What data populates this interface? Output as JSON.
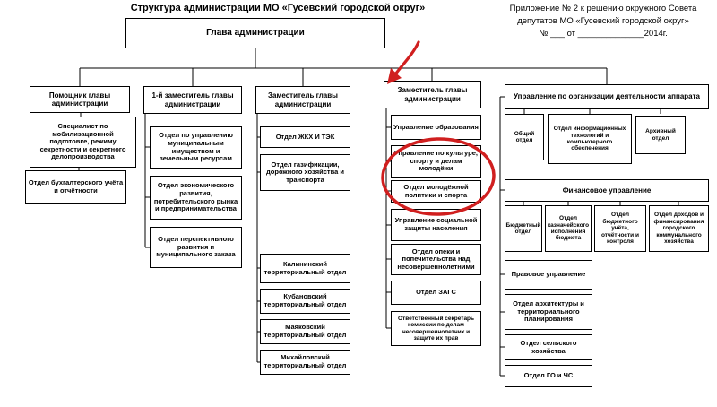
{
  "title": "Структура администрации МО «Гусевский городской округ»",
  "annex": {
    "line1": "Приложение № 2  к решению окружного Совета",
    "line2": "депутатов МО «Гусевский городской округ»",
    "line3": "№ ___ от ______________2014г."
  },
  "colors": {
    "annotation_red": "#d01f1f",
    "line_black": "#000000"
  },
  "nodes": {
    "head": "Глава администрации",
    "assistant": "Помощник главы администрации",
    "mobilization_specialist": "Специалист по мобилизационной подготовке, режиму секретности и секретного делопроизводства",
    "accounting": "Отдел бухгалтерского учёта и отчётности",
    "first_deputy": "1-й заместитель главы администрации",
    "property_dept": "Отдел по управлению муниципальным имуществом и земельным ресурсам",
    "economic_dept": "Отдел экономического развития, потребительского рынка и предпринимательства",
    "perspective_dept": "Отдел перспективного развития и муниципального заказа",
    "deputy_housing": "Заместитель главы администрации",
    "zhkh_tek": "Отдел ЖКХ И ТЭК",
    "gasification": "Отдел газификации, дорожного хозяйства и транспорта",
    "terr_kalininsky": "Калининский территориальный отдел",
    "terr_kubanovsky": "Кубановский территориальный отдел",
    "terr_mayakovsky": "Маяковский территориальный отдел",
    "terr_mikhailovsky": "Михайловский территориальный отдел",
    "deputy_social": "Заместитель главы администрации",
    "education": "Управление образования",
    "culture_sport_youth": "Управление по культуре, спорту и делам молодёжи",
    "youth_policy_sport": "Отдел молодёжной политики и спорта",
    "social_protection": "Управление социальной защиты населения",
    "custody": "Отдел опеки и попечительства над несовершеннолетними",
    "zags": "Отдел ЗАГС",
    "secretary_minors": "Ответственный секретарь комиссии по делам несовершеннолетних и защите их прав",
    "apparat_office": "Управление по организации деятельности аппарата",
    "general_dept": "Общий отдел",
    "it_dept": "Отдел информационных технологий и компьютерного обеспечения",
    "archive_dept": "Архивный отдел",
    "finance_office": "Финансовое управление",
    "budget_dept": "Бюджетный отдел",
    "treasury_dept": "Отдел казначейского исполнения бюджета",
    "budget_accounting_dept": "Отдел бюджетного учёта, отчётности и контроля",
    "incomes_dept": "Отдел доходов и финансирования городского коммунального хозяйства",
    "legal_office": "Правовое управление",
    "architecture_dept": "Отдел архитектуры и территориального планирования",
    "agriculture_dept": "Отдел сельского хозяйства",
    "go_chs": "Отдел ГО и ЧС"
  }
}
